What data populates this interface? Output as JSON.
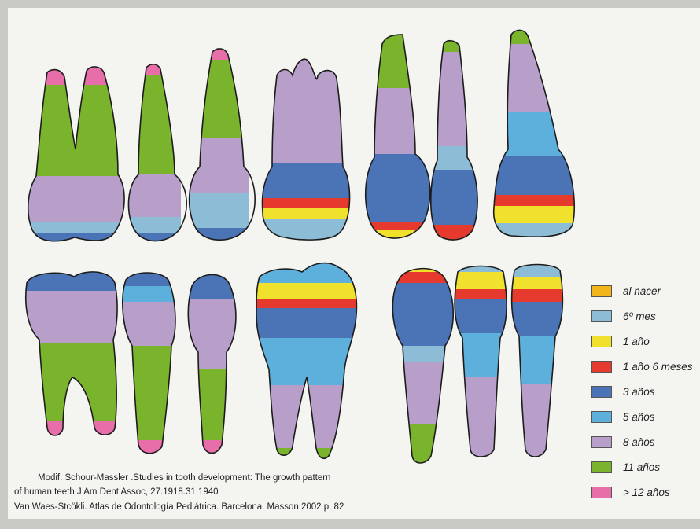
{
  "colors": {
    "al_nacer": "#f2b61b",
    "mes6": "#8dbcd6",
    "ano1": "#f0e12c",
    "ano1_6": "#e63a2e",
    "anos3": "#4a74b5",
    "anos5": "#5eb0dc",
    "anos8": "#b79fca",
    "anos11": "#7ab32c",
    "anos12": "#e86eaa",
    "outline": "#1c1c1c"
  },
  "legend": [
    {
      "label": "al nacer",
      "color": "#f2b61b"
    },
    {
      "label": "6º mes",
      "color": "#8dbcd6"
    },
    {
      "label": "1 año",
      "color": "#f0e12c"
    },
    {
      "label": "1 año 6 meses",
      "color": "#e63a2e"
    },
    {
      "label": "3 años",
      "color": "#4a74b5"
    },
    {
      "label": "5 años",
      "color": "#5eb0dc"
    },
    {
      "label": "8 años",
      "color": "#b79fca"
    },
    {
      "label": "11 años",
      "color": "#7ab32c"
    },
    {
      "label": "> 12 años",
      "color": "#e86eaa"
    }
  ],
  "caption": {
    "line1": "Modif.  Schour-Massler .Studies in tooth development: The growth pattern",
    "line2": "of human teeth J Am Dent Assoc, 27.1918.31 1940",
    "line3": "Van Waes-Stcökli. Atlas de Odontología Pediátrica. Barcelona. Masson 2002 p. 82"
  }
}
